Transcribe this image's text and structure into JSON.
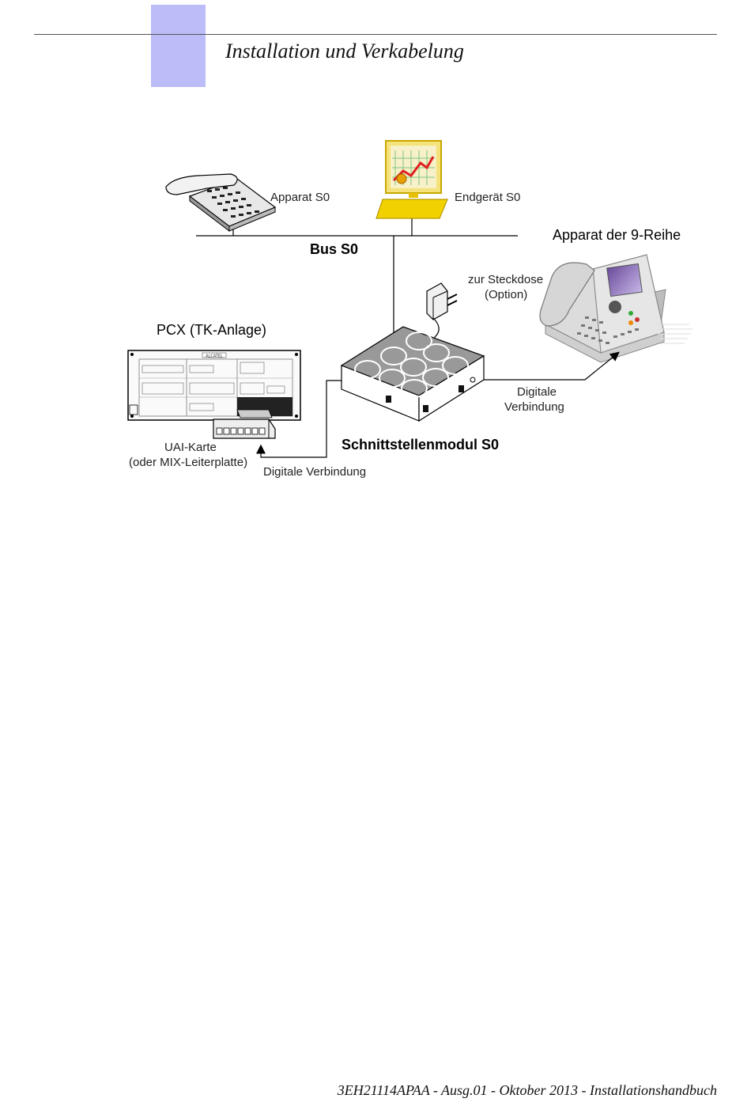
{
  "header": {
    "title": "Installation und Verkabelung"
  },
  "diagram": {
    "apparat_s0": "Apparat S0",
    "endgeraet_s0": "Endgerät S0",
    "bus_s0": "Bus S0",
    "apparat_9": "Apparat der 9-Reihe",
    "steckdose_1": "zur Steckdose",
    "steckdose_2": "(Option)",
    "pcx": "PCX (TK-Anlage)",
    "uai_1": "UAI-Karte",
    "uai_2": "(oder MIX-Leiterplatte)",
    "digital_left": "Digitale Verbindung",
    "digital_right_1": "Digitale",
    "digital_right_2": "Verbindung",
    "module": "Schnittstellenmodul S0",
    "pcx_brand": "ALCATEL"
  },
  "footer": {
    "text": "3EH21114APAA - Ausg.01 - Oktober 2013 - Installationshandbuch"
  }
}
